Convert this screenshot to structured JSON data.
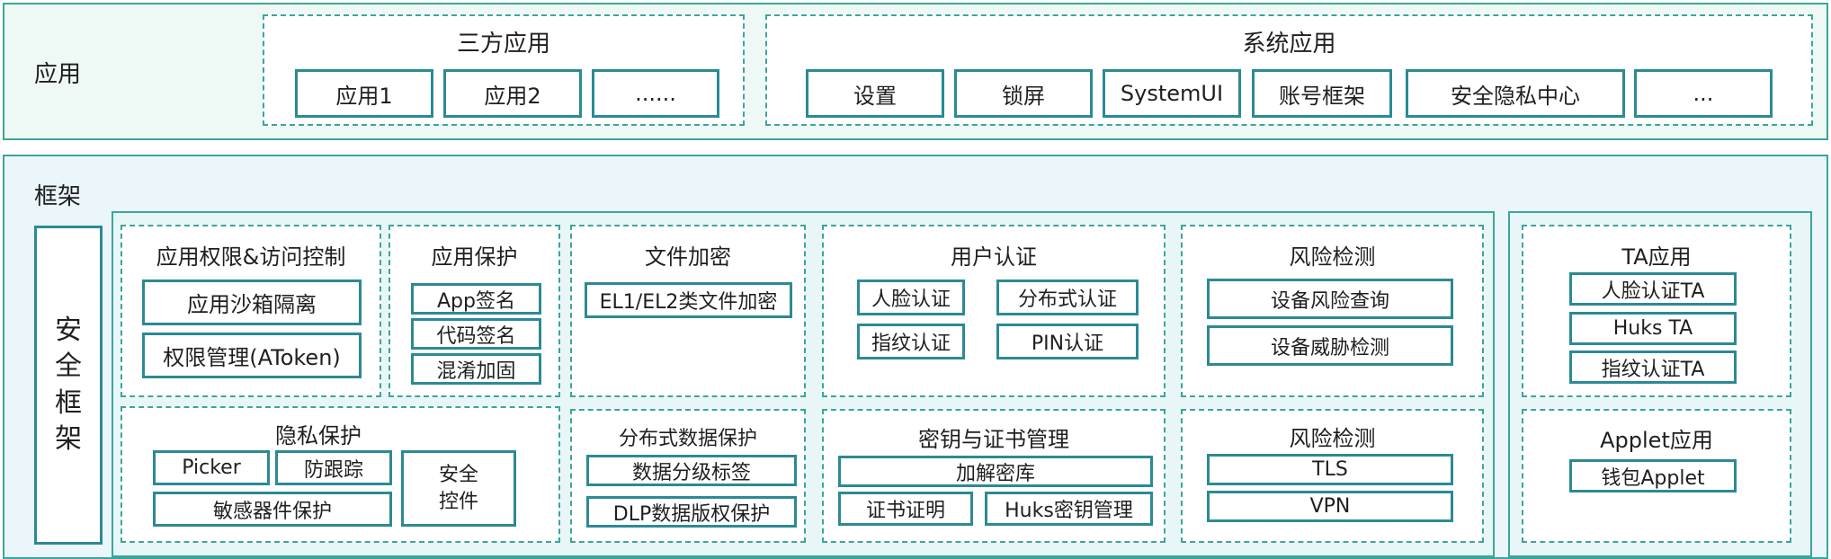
{
  "app_layer": {
    "title": "应用",
    "third_party": {
      "title": "三方应用",
      "items": [
        "应用1",
        "应用2",
        "......"
      ]
    },
    "system": {
      "title": "系统应用",
      "items": [
        "设置",
        "锁屏",
        "SystemUI",
        "账号框架",
        "安全隐私中心",
        "..."
      ]
    }
  },
  "framework": {
    "title": "框架",
    "security_framework_chars": [
      "安",
      "全",
      "框",
      "架"
    ],
    "app_permission": {
      "title": "应用权限&访问控制",
      "items": [
        "应用沙箱隔离",
        "权限管理(AToken)"
      ]
    },
    "app_protection": {
      "title": "应用保护",
      "items": [
        "App签名",
        "代码签名",
        "混淆加固"
      ]
    },
    "file_encryption": {
      "title": "文件加密",
      "items": [
        "EL1/EL2类文件加密"
      ]
    },
    "user_auth": {
      "title": "用户认证",
      "items": [
        "人脸认证",
        "分布式认证",
        "指纹认证",
        "PIN认证"
      ]
    },
    "risk_detection_1": {
      "title": "风险检测",
      "items": [
        "设备风险查询",
        "设备威胁检测"
      ]
    },
    "privacy": {
      "title": "隐私保护",
      "items": [
        "Picker",
        "防跟踪",
        "敏感器件保护"
      ],
      "security_control_lines": [
        "安全",
        "控件"
      ]
    },
    "distributed_data": {
      "title": "分布式数据保护",
      "items": [
        "数据分级标签",
        "DLP数据版权保护"
      ]
    },
    "key_cert": {
      "title": "密钥与证书管理",
      "items": [
        "加解密库",
        "证书证明",
        "Huks密钥管理"
      ]
    },
    "risk_detection_2": {
      "title": "风险检测",
      "items": [
        "TLS",
        "VPN"
      ]
    },
    "ta_apps": {
      "title": "TA应用",
      "items": [
        "人脸认证TA",
        "Huks TA",
        "指纹认证TA"
      ]
    },
    "applet": {
      "title": "Applet应用",
      "items": [
        "钱包Applet"
      ]
    }
  }
}
